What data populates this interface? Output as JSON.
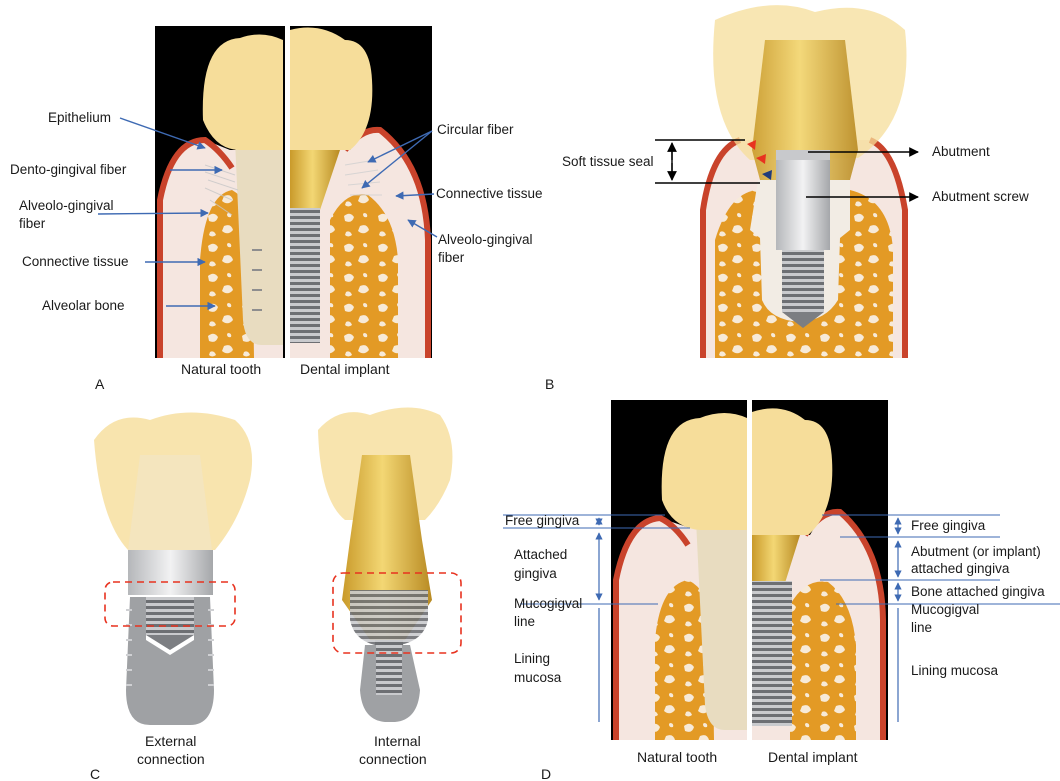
{
  "colors": {
    "background_panel": "#000000",
    "crown": "#f6dd9a",
    "root": "#e8dcc0",
    "bone": "#e39a25",
    "marrow": "#f7ead8",
    "gingiva_outline": "#c9432b",
    "gingiva_fill": "#f5e6e0",
    "abutment_gold": "#e2bb4a",
    "implant_gray": "#a7a9ac",
    "leader_blue": "#3e6ab3",
    "seal_red": "#e8321f",
    "seal_navy": "#213b7a",
    "dash_red": "#e8321f"
  },
  "panel_a": {
    "letter": "A",
    "left_caption": "Natural tooth",
    "right_caption": "Dental implant",
    "labels": {
      "epithelium": "Epithelium",
      "dento_gingival": "Dento-gingival fiber",
      "alveolo_gingival_l1": "Alveolo-gingival",
      "alveolo_gingival_l2": "fiber",
      "connective_left": "Connective tissue",
      "alveolar_bone": "Alveolar bone",
      "circular_fiber": "Circular fiber",
      "connective_right": "Connective tissue",
      "alveolo_gingival_r1": "Alveolo-gingival",
      "alveolo_gingival_r2": "fiber"
    }
  },
  "panel_b": {
    "letter": "B",
    "soft_tissue_seal": "Soft tissue seal",
    "abutment": "Abutment",
    "abutment_screw": "Abutment screw"
  },
  "panel_c": {
    "letter": "C",
    "external_l1": "External",
    "external_l2": "connection",
    "internal_l1": "Internal",
    "internal_l2": "connection"
  },
  "panel_d": {
    "letter": "D",
    "left_caption": "Natural tooth",
    "right_caption": "Dental implant",
    "left": {
      "free_gingiva": "Free gingiva",
      "attached_l1": "Attached",
      "attached_l2": "gingiva",
      "mucogingival_l1": "Mucogigval",
      "mucogingival_l2": "line",
      "lining_l1": "Lining",
      "lining_l2": "mucosa"
    },
    "right": {
      "free_gingiva": "Free gingiva",
      "abutment_attached_l1": "Abutment (or implant)",
      "abutment_attached_l2": "attached gingiva",
      "bone_attached": "Bone attached gingiva",
      "mucogingival_l1": "Mucogigval",
      "mucogingival_l2": "line",
      "lining_mucosa": "Lining mucosa"
    }
  }
}
